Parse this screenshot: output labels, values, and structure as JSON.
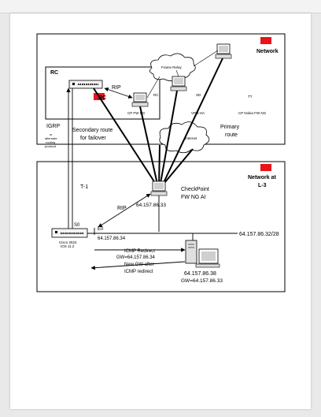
{
  "diagram": {
    "top_network_label": "Network",
    "rc_box_label": "RC",
    "rc_site_label": "RC",
    "rip_upper": "RIP",
    "frame_relay": "Frame Relay",
    "rc_small": "RC",
    "sd_small": "SD",
    "tt_small": "TT",
    "cp_fw_ng_left": "CP FW NG",
    "cp_nokia_label": "CP Nokia FW NG",
    "vpn_label": "VPN-HA",
    "igrp_label": "IGRP",
    "igrp_note_1": "or",
    "igrp_note_2": "alternate",
    "igrp_note_3": "routing",
    "igrp_note_4": "protocol",
    "secondary_route_1": "Secondary route",
    "secondary_route_2": "for failover",
    "primary_route_1": "Primary",
    "primary_route_2": "route",
    "internet_label": "Internet",
    "bottom_network_1": "Network at",
    "bottom_network_2": "L-3",
    "t1_label": "T-1",
    "checkpoint_1": "CheckPoint",
    "checkpoint_2": "FW NG AI",
    "rip_lower": "RIP",
    "fw_ip": "64.157.86.33",
    "s0_label": "S0",
    "e0_label": "E0",
    "router_ip": "64.157.86.34",
    "subnet_label": "64.157.86.32/28",
    "cisco_1": "Cisco 2524",
    "cisco_2": "IOS 11.2",
    "icmp_redirect_1": "ICMP Redirect",
    "icmp_redirect_2": "GW=64.157.86.34",
    "new_gw_1": "New GW after",
    "new_gw_2": "ICMP redirect",
    "host_ip": "64.157.86.38",
    "host_gw": "GW=64.157.86.33"
  }
}
